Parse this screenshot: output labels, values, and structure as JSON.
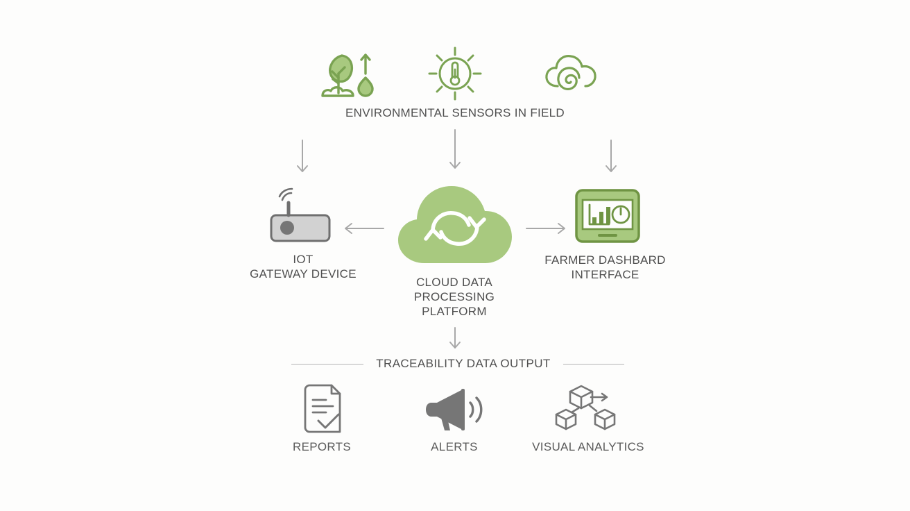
{
  "diagram": {
    "background_color": "#fdfdfc",
    "green": "#7aa352",
    "green_light": "#a8c97f",
    "grey_text": "#4f4f4f",
    "grey_arrow": "#a8a8a8",
    "grey_icon": "#767676",
    "sensors": {
      "label": "ENVIRONMENTAL SENSORS IN FIELD",
      "icons": [
        {
          "name": "plant-moisture-icon",
          "title": "soil moisture sensor"
        },
        {
          "name": "sun-thermometer-icon",
          "title": "temperature sensor"
        },
        {
          "name": "cloud-humidity-icon",
          "title": "humidity sensor"
        }
      ]
    },
    "gateway": {
      "label": "IOT\nGATEWAY DEVICE",
      "icon": "iot-gateway-icon"
    },
    "cloud": {
      "label": "CLOUD DATA\nPROCESSING\nPLATFORM",
      "icon": "cloud-sync-icon"
    },
    "dashboard": {
      "label": "FARMER DASHBARD\nINTERFACE",
      "icon": "dashboard-monitor-icon"
    },
    "traceability": {
      "label": "TRACEABILITY DATA OUTPUT"
    },
    "outputs": [
      {
        "label": "REPORTS",
        "icon": "document-check-icon"
      },
      {
        "label": "ALERTS",
        "icon": "megaphone-icon"
      },
      {
        "label": "VISUAL ANALYTICS",
        "icon": "cubes-network-icon"
      }
    ],
    "arrows": [
      {
        "name": "arrow-sensor-to-gateway",
        "direction": "down"
      },
      {
        "name": "arrow-sensor-to-cloud",
        "direction": "down"
      },
      {
        "name": "arrow-sensor-to-dashboard",
        "direction": "down"
      },
      {
        "name": "arrow-cloud-to-gateway",
        "direction": "left"
      },
      {
        "name": "arrow-cloud-to-dashboard",
        "direction": "right"
      },
      {
        "name": "arrow-cloud-to-traceability",
        "direction": "down"
      }
    ]
  }
}
